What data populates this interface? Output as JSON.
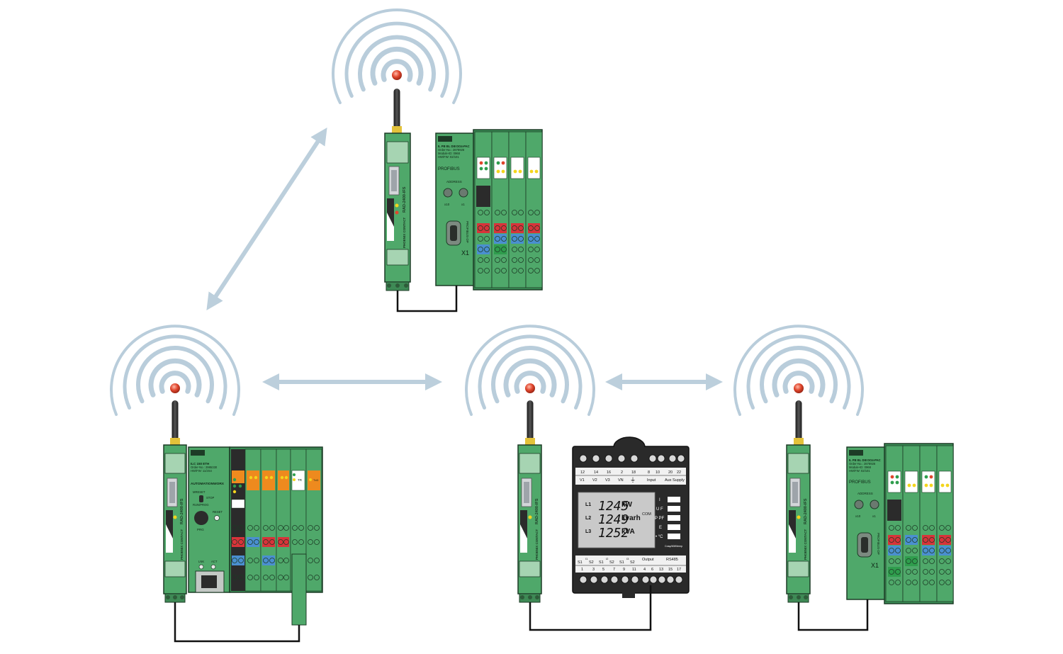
{
  "colors": {
    "module_green": "#4fa86a",
    "module_dark": "#2f6e43",
    "wave": "#b9cddb",
    "arrow": "#bccfdc",
    "led_red": "#e0452c",
    "terminal_red": "#d8333a",
    "terminal_blue": "#4a8fd0",
    "terminal_orange": "#ee8a1e",
    "led_yellow": "#f3d51d",
    "meter_dark": "#2a2a2a",
    "meter_screen": "#c9c9c9"
  },
  "radio": {
    "model_label": "RAD-2400-IFS",
    "brand": "PHOENIX CONTACT"
  },
  "profibus_coupler": {
    "header_lines": [
      "IL PB BL DI8 DO4-PAC",
      "Order-No.: 2878926",
      "Module-ID: 0968",
      "HW/FW: 02/101"
    ],
    "bus_label": "PROFIBUS",
    "address_label": "ADDRESS",
    "x10_label": "x10",
    "x1_label": "x1",
    "connector_label": "X1",
    "port_label": "PROFIBUS-DP"
  },
  "plc": {
    "header_lines": [
      "ILC 150 ETH",
      "Order-No.: 2985330",
      "HW/FW: 11/2S4"
    ],
    "software_label": "AUTOMATIONWORX",
    "mode_labels": [
      "MRESET",
      "STOP",
      "RUN/PROG"
    ],
    "reset_label": "RESET",
    "prg_label": "PRG",
    "lnk_label": "LNK",
    "act_label": "ACT",
    "tr_label": "TR",
    "txd_label": "TxD"
  },
  "meter": {
    "top_terminals": [
      "12",
      "14",
      "16",
      "2",
      "18",
      "8",
      "10",
      "20",
      "22"
    ],
    "top_labels": [
      "V1",
      "V2",
      "V3",
      "VN",
      "Input",
      "Aux Supply"
    ],
    "lines": [
      {
        "phase": "L1",
        "value": "1245",
        "unit": "kW"
      },
      {
        "phase": "L2",
        "value": "1249",
        "unit": "kvarh"
      },
      {
        "phase": "L3",
        "value": "1252",
        "unit": "kVA"
      }
    ],
    "com_label": "COM",
    "side_keys": [
      "I",
      "U F",
      "P PF",
      "E",
      "• °C"
    ],
    "cos_label": "Cosφ/MW/temp",
    "bottom_groups": [
      "S1",
      "S2",
      "S1",
      "S2",
      "S1",
      "S2",
      "Output",
      "RS485"
    ],
    "current_labels": [
      "I1",
      "I2",
      "I3"
    ],
    "bottom_terminals": [
      "1",
      "3",
      "5",
      "7",
      "9",
      "11",
      "4",
      "6",
      "13",
      "15",
      "17"
    ]
  }
}
